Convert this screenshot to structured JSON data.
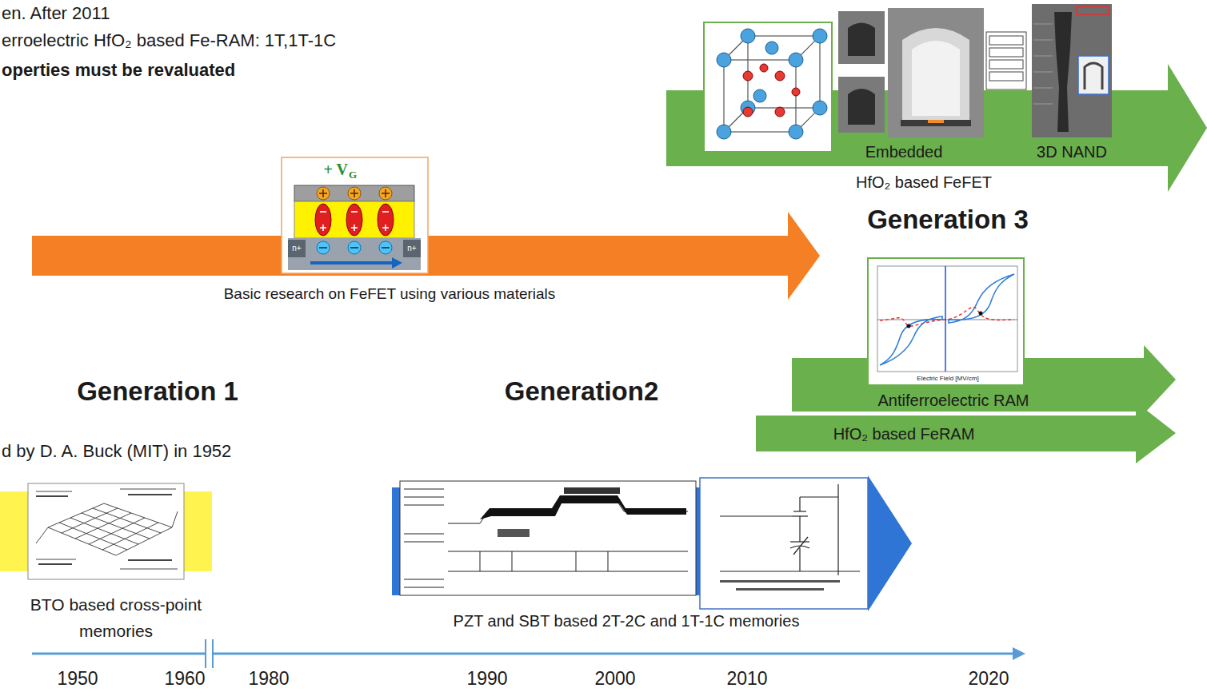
{
  "diagram": {
    "nodes": [
      {
        "text": [
          "Embedded",
          "3D NAND",
          "HfO₂ based FeFET"
        ]
      },
      {
        "text": [
          "Basic research on FeFET using various materials"
        ]
      },
      {
        "text": [
          "Antiferroelectric RAM"
        ]
      },
      {
        "text": [
          "HfO₂ based FeRAM"
        ]
      },
      {
        "text": [
          "PZT and SBT based 2T-2C and 1T-1C memories"
        ]
      },
      {
        "text": [
          "BTO based cross-point memories"
        ]
      }
    ],
    "labels": [
      "en. After 2011",
      "erroelectric HfO₂ based Fe-RAM: 1T,1T-1C",
      "operties must be revaluated",
      "+ V",
      "G",
      "n+",
      "n+",
      "Generation 3",
      "Generation 1",
      "Generation2",
      "d by D. A. Buck (MIT) in 1952",
      "Electric Field [MV/cm]",
      "1950",
      "1960",
      "1980",
      "1990",
      "2000",
      "2010",
      "2020"
    ]
  }
}
